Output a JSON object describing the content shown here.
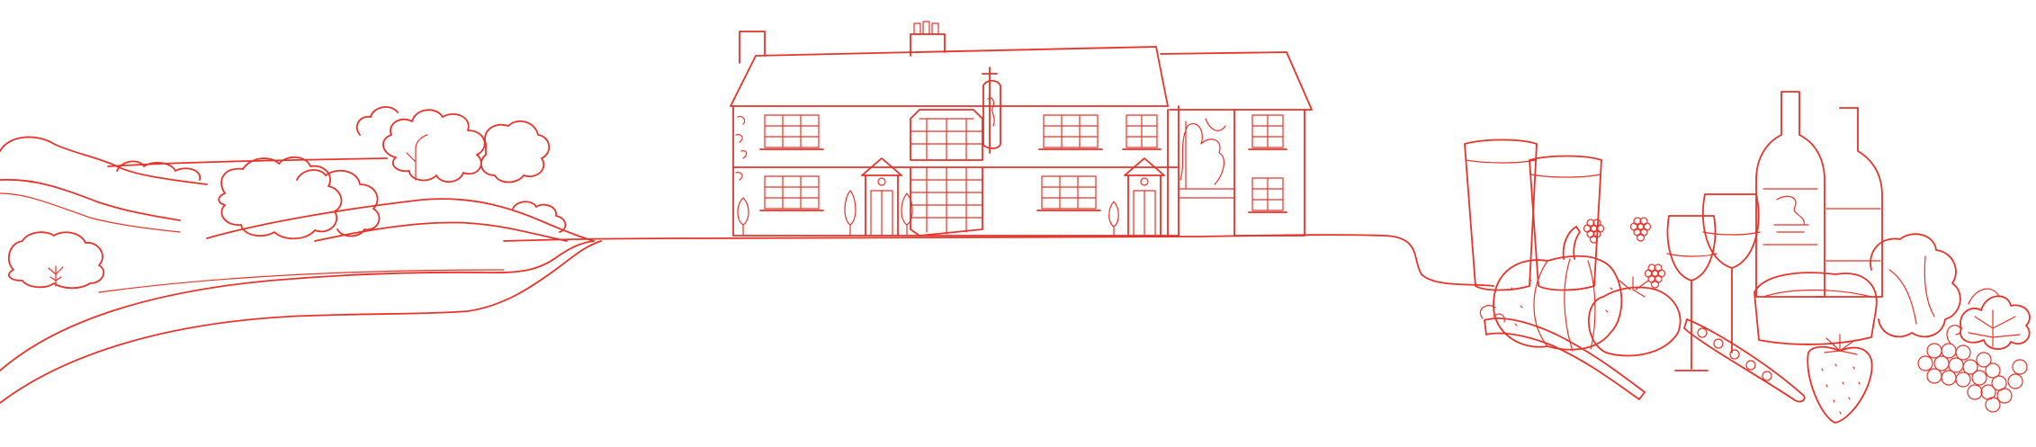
{
  "illustration": {
    "style": "line-drawing",
    "ink_color": "#e8332a",
    "background_color": "#ffffff",
    "sections": [
      "countryside-landscape",
      "inn-building",
      "food-and-drink-still-life"
    ]
  }
}
